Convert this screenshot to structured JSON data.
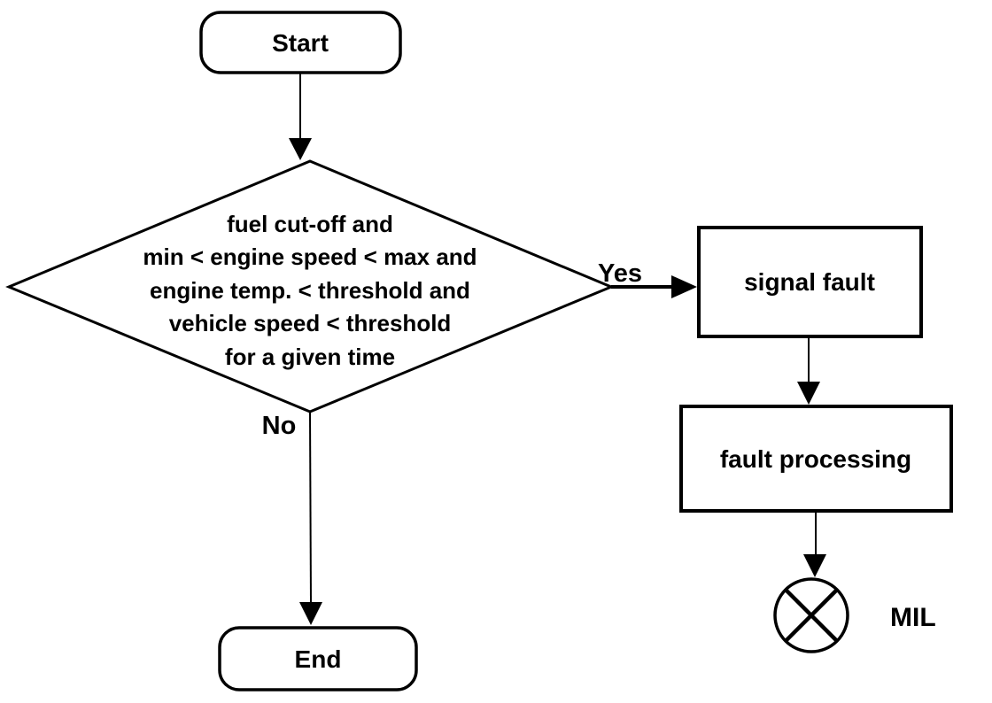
{
  "diagram": {
    "background": "#ffffff",
    "stroke_color": "#000000",
    "nodes": {
      "start": {
        "type": "terminator",
        "label": "Start"
      },
      "decision": {
        "type": "decision",
        "lines": [
          "fuel cut-off and",
          "min < engine speed < max and",
          "engine temp. < threshold and",
          "vehicle speed < threshold",
          "for a given time"
        ]
      },
      "signal_fault": {
        "type": "process",
        "label": "signal fault"
      },
      "fault_processing": {
        "type": "process",
        "label": "fault processing"
      },
      "mil_lamp": {
        "type": "lamp-symbol",
        "label": "MIL"
      },
      "end": {
        "type": "terminator",
        "label": "End"
      }
    },
    "edges": [
      {
        "from": "start",
        "to": "decision",
        "label": ""
      },
      {
        "from": "decision",
        "to": "signal_fault",
        "label": "Yes"
      },
      {
        "from": "signal_fault",
        "to": "fault_processing",
        "label": ""
      },
      {
        "from": "fault_processing",
        "to": "mil_lamp",
        "label": ""
      },
      {
        "from": "decision",
        "to": "end",
        "label": "No"
      }
    ]
  }
}
